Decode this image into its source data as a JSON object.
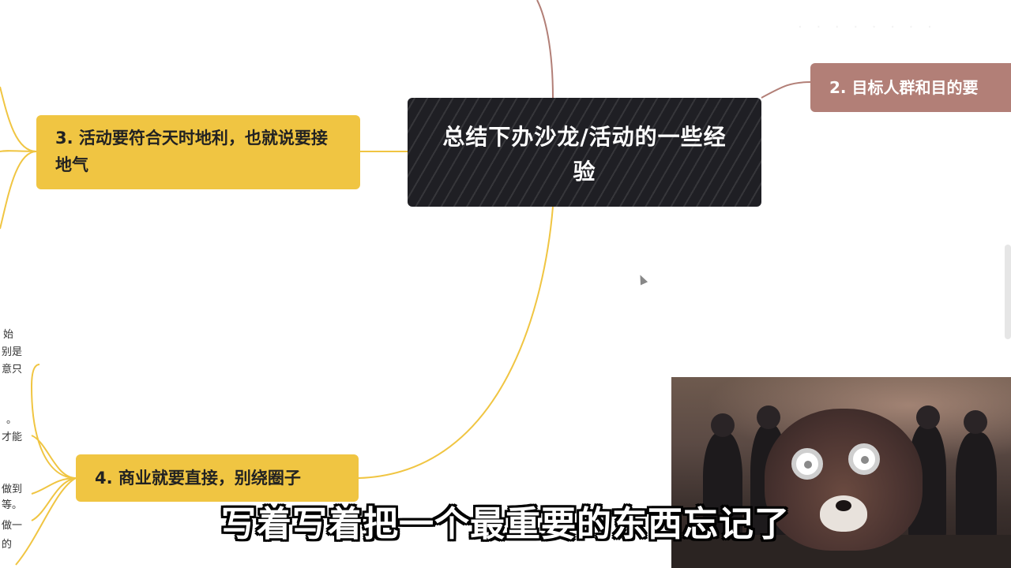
{
  "mindmap": {
    "center_title": "总结下办沙龙/活动的一些经验",
    "branch_3": "3. 活动要符合天时地利，也就说要接地气",
    "branch_4": "4. 商业就要直接，别绕圈子",
    "branch_2": "2. 目标人群和目的要"
  },
  "edge_fragments": [
    "始",
    "别是",
    "意只",
    "。",
    "才能",
    "做到",
    "等。",
    "做一",
    "的"
  ],
  "subtitle": "写着写着把一个最重要的东西忘记了",
  "colors": {
    "center": "#1f1f24",
    "yellow": "#f0c542",
    "mauve": "#b27f77",
    "yellow_link": "#f0c542",
    "mauve_link": "#b27f77"
  }
}
